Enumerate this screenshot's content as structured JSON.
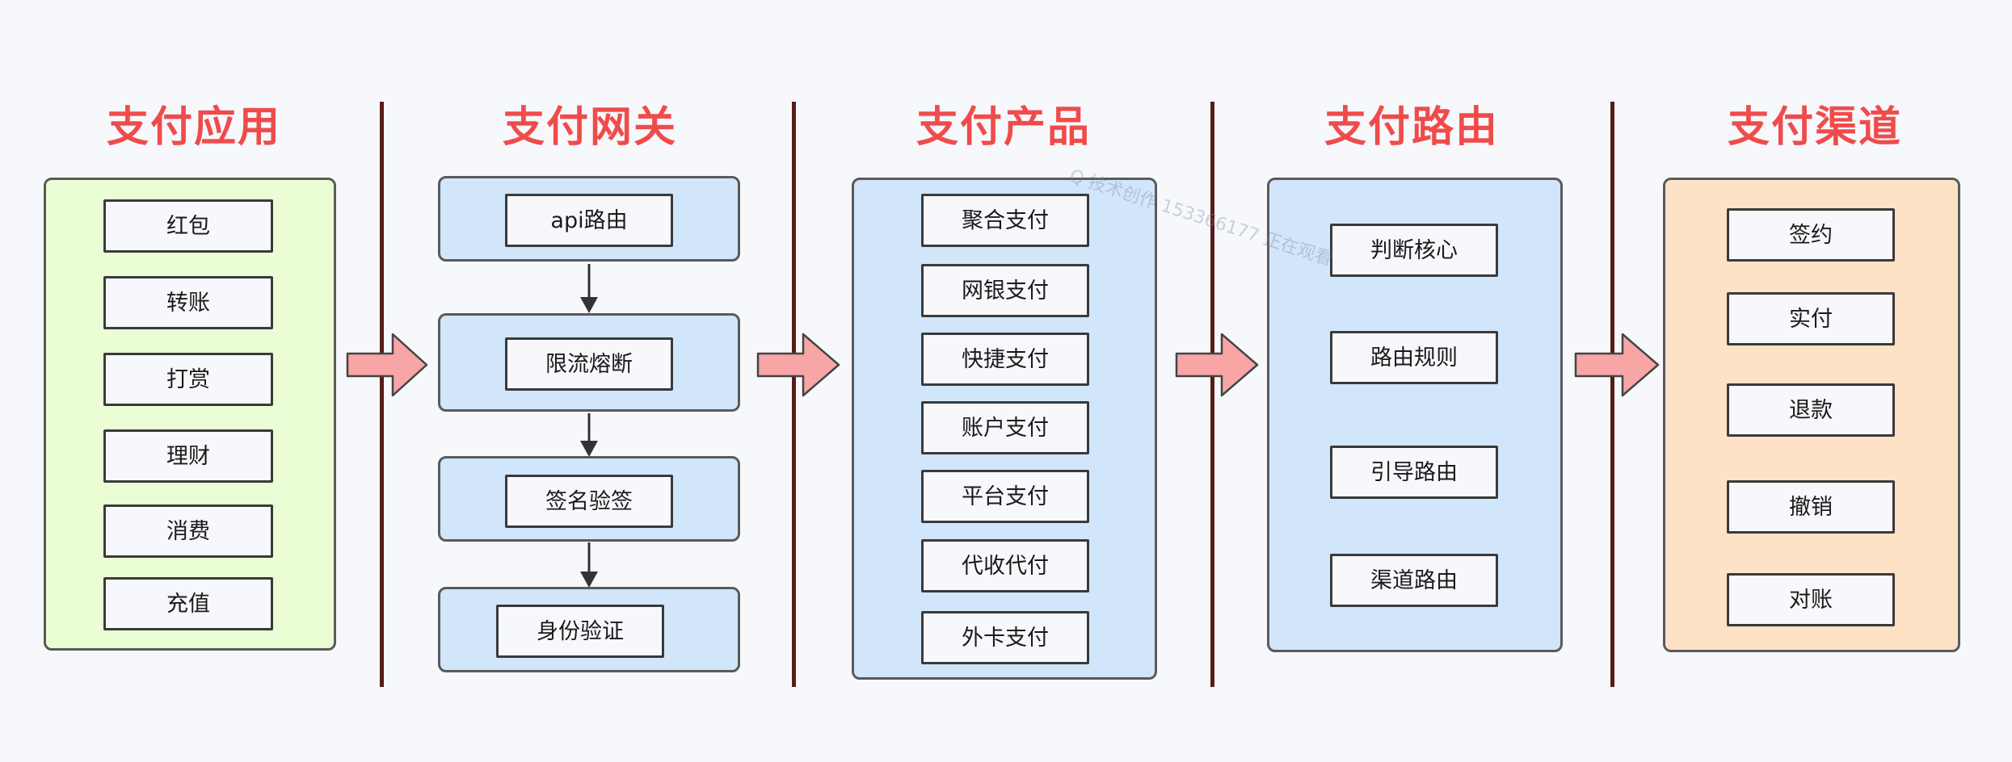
{
  "columns": {
    "app": {
      "title": "支付应用",
      "items": [
        "红包",
        "转账",
        "打赏",
        "理财",
        "消费",
        "充值"
      ]
    },
    "gateway": {
      "title": "支付网关",
      "items": [
        "api路由",
        "限流熔断",
        "签名验签",
        "身份验证"
      ]
    },
    "product": {
      "title": "支付产品",
      "items": [
        "聚合支付",
        "网银支付",
        "快捷支付",
        "账户支付",
        "平台支付",
        "代收代付",
        "外卡支付"
      ]
    },
    "routing": {
      "title": "支付路由",
      "items": [
        "判断核心",
        "路由规则",
        "引导路由",
        "渠道路由"
      ]
    },
    "channel": {
      "title": "支付渠道",
      "items": [
        "签约",
        "实付",
        "退款",
        "撤销",
        "对账"
      ]
    }
  },
  "watermark": "Q 技术创作 153366177 正在观看",
  "colors": {
    "title": "#f04b4b",
    "divider": "#5a1a1a",
    "flow_arrow": "#f8a5a5",
    "app_panel": "#eafdd5",
    "blue_panel": "#d1e5fb",
    "channel_panel": "#fde2c6"
  }
}
